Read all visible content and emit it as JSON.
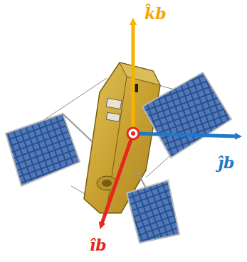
{
  "diagram": {
    "labels": [
      "k̂b",
      "ĵb",
      "îb"
    ]
  }
}
